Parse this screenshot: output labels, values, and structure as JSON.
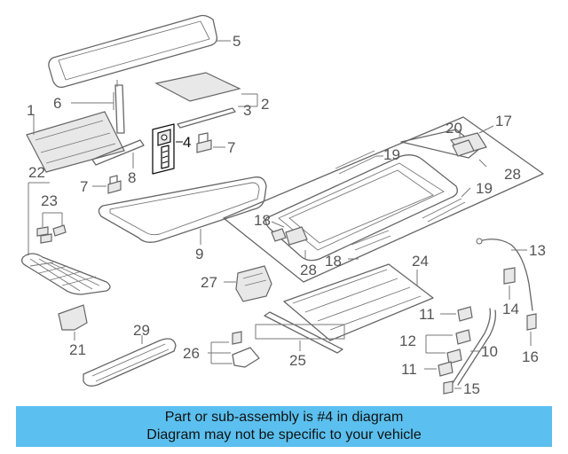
{
  "callouts": {
    "c1": "1",
    "c2": "2",
    "c3": "3",
    "c4": "4",
    "c5": "5",
    "c6": "6",
    "c7a": "7",
    "c7b": "7",
    "c8": "8",
    "c9": "9",
    "c10": "10",
    "c11a": "11",
    "c11b": "11",
    "c12": "12",
    "c13": "13",
    "c14": "14",
    "c15": "15",
    "c16": "16",
    "c17": "17",
    "c18a": "18",
    "c18b": "18",
    "c19a": "19",
    "c19b": "19",
    "c20": "20",
    "c21": "21",
    "c22": "22",
    "c23": "23",
    "c24": "24",
    "c25": "25",
    "c26": "26",
    "c27": "27",
    "c28a": "28",
    "c28b": "28",
    "c29": "29"
  },
  "banner": {
    "line1": "Part or sub-assembly is #4 in diagram",
    "line2": "Diagram may not be specific to your vehicle",
    "color": "#5bc0ef"
  },
  "highlighted_part": "4"
}
